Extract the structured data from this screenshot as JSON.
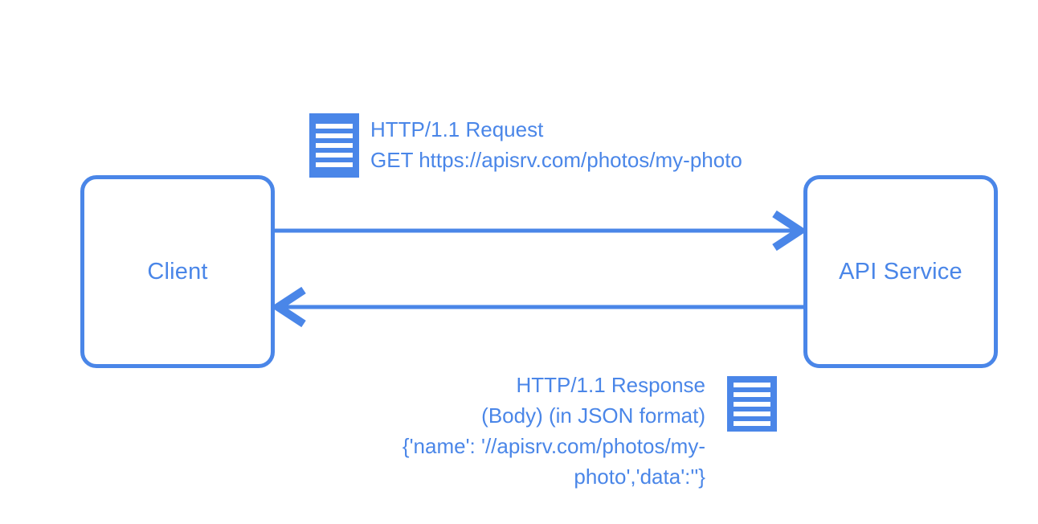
{
  "diagram": {
    "title": "HTTP request/response between Client and API Service",
    "background_color": "#ffffff",
    "accent_color": "#4a86e8",
    "nodes": [
      {
        "id": "client",
        "label": "Client"
      },
      {
        "id": "api_service",
        "label": "API Service"
      }
    ],
    "edges": [
      {
        "id": "request",
        "direction": "client-to-api",
        "arrowhead": "right",
        "icon": "document-icon",
        "label_lines": [
          "HTTP/1.1 Request",
          "GET https://apisrv.com/photos/my-photo"
        ],
        "label": "HTTP/1.1 Request\nGET https://apisrv.com/photos/my-photo"
      },
      {
        "id": "response",
        "direction": "api-to-client",
        "arrowhead": "left",
        "icon": "document-icon",
        "label_lines": [
          "HTTP/1.1 Response",
          "(Body) (in JSON format)",
          "{'name': '//apisrv.com/photos/my-",
          "photo','data':''}"
        ],
        "label": "HTTP/1.1 Response\n(Body) (in JSON format)\n{'name': '//apisrv.com/photos/my-\nphoto','data':''}"
      }
    ],
    "icons": {
      "document_line_count": 5
    }
  }
}
